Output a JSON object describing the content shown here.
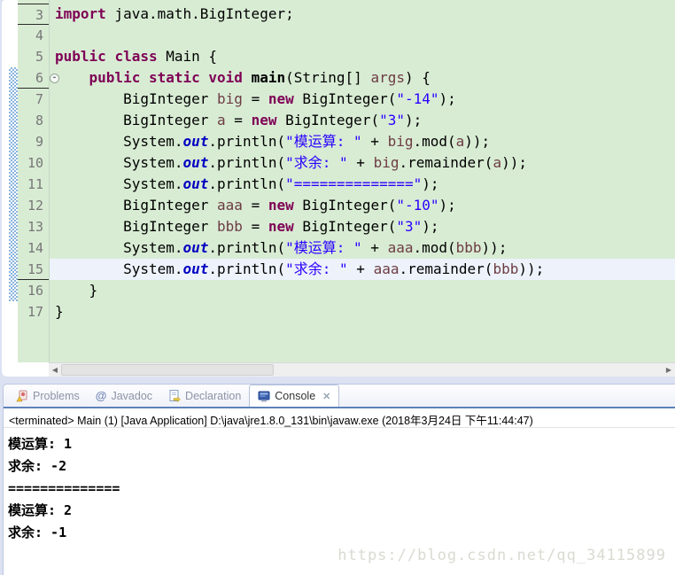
{
  "editor": {
    "diff_from_line": 6,
    "diff_to_line": 16,
    "lines": [
      {
        "num": 3,
        "top": true,
        "under": true,
        "tokens": [
          [
            "kw",
            "import"
          ],
          [
            "pl",
            " java.math.BigInteger;"
          ]
        ]
      },
      {
        "num": 4,
        "tokens": []
      },
      {
        "num": 5,
        "tokens": [
          [
            "kw",
            "public"
          ],
          [
            "pl",
            " "
          ],
          [
            "kw",
            "class"
          ],
          [
            "pl",
            " Main {"
          ]
        ]
      },
      {
        "num": 6,
        "under": true,
        "fold": true,
        "tokens": [
          [
            "pl",
            "    "
          ],
          [
            "kw",
            "public"
          ],
          [
            "pl",
            " "
          ],
          [
            "kw",
            "static"
          ],
          [
            "pl",
            " "
          ],
          [
            "kw",
            "void"
          ],
          [
            "pl",
            " "
          ],
          [
            "md",
            "main"
          ],
          [
            "pl",
            "(String[] "
          ],
          [
            "var",
            "args"
          ],
          [
            "pl",
            ") {"
          ]
        ]
      },
      {
        "num": 7,
        "tokens": [
          [
            "pl",
            "        BigInteger "
          ],
          [
            "var",
            "big"
          ],
          [
            "pl",
            " = "
          ],
          [
            "kw",
            "new"
          ],
          [
            "pl",
            " BigInteger("
          ],
          [
            "str",
            "\"-14\""
          ],
          [
            "pl",
            ");"
          ]
        ]
      },
      {
        "num": 8,
        "tokens": [
          [
            "pl",
            "        BigInteger "
          ],
          [
            "var",
            "a"
          ],
          [
            "pl",
            " = "
          ],
          [
            "kw",
            "new"
          ],
          [
            "pl",
            " BigInteger("
          ],
          [
            "str",
            "\"3\""
          ],
          [
            "pl",
            ");"
          ]
        ]
      },
      {
        "num": 9,
        "tokens": [
          [
            "pl",
            "        System."
          ],
          [
            "out",
            "out"
          ],
          [
            "pl",
            ".println("
          ],
          [
            "str",
            "\"模运算: \""
          ],
          [
            "pl",
            " + "
          ],
          [
            "var",
            "big"
          ],
          [
            "pl",
            ".mod("
          ],
          [
            "var",
            "a"
          ],
          [
            "pl",
            "));"
          ]
        ]
      },
      {
        "num": 10,
        "tokens": [
          [
            "pl",
            "        System."
          ],
          [
            "out",
            "out"
          ],
          [
            "pl",
            ".println("
          ],
          [
            "str",
            "\"求余: \""
          ],
          [
            "pl",
            " + "
          ],
          [
            "var",
            "big"
          ],
          [
            "pl",
            ".remainder("
          ],
          [
            "var",
            "a"
          ],
          [
            "pl",
            "));"
          ]
        ]
      },
      {
        "num": 11,
        "tokens": [
          [
            "pl",
            "        System."
          ],
          [
            "out",
            "out"
          ],
          [
            "pl",
            ".println("
          ],
          [
            "str",
            "\"==============\""
          ],
          [
            "pl",
            ");"
          ]
        ]
      },
      {
        "num": 12,
        "tokens": [
          [
            "pl",
            "        BigInteger "
          ],
          [
            "var",
            "aaa"
          ],
          [
            "pl",
            " = "
          ],
          [
            "kw",
            "new"
          ],
          [
            "pl",
            " BigInteger("
          ],
          [
            "str",
            "\"-10\""
          ],
          [
            "pl",
            ");"
          ]
        ]
      },
      {
        "num": 13,
        "tokens": [
          [
            "pl",
            "        BigInteger "
          ],
          [
            "var",
            "bbb"
          ],
          [
            "pl",
            " = "
          ],
          [
            "kw",
            "new"
          ],
          [
            "pl",
            " BigInteger("
          ],
          [
            "str",
            "\"3\""
          ],
          [
            "pl",
            ");"
          ]
        ]
      },
      {
        "num": 14,
        "tokens": [
          [
            "pl",
            "        System."
          ],
          [
            "out",
            "out"
          ],
          [
            "pl",
            ".println("
          ],
          [
            "str",
            "\"模运算: \""
          ],
          [
            "pl",
            " + "
          ],
          [
            "var",
            "aaa"
          ],
          [
            "pl",
            ".mod("
          ],
          [
            "var",
            "bbb"
          ],
          [
            "pl",
            "));"
          ]
        ]
      },
      {
        "num": 15,
        "under": true,
        "highlight": true,
        "tokens": [
          [
            "pl",
            "        System."
          ],
          [
            "out",
            "out"
          ],
          [
            "pl",
            ".println("
          ],
          [
            "str",
            "\"求余: \""
          ],
          [
            "pl",
            " + "
          ],
          [
            "var",
            "aaa"
          ],
          [
            "pl",
            ".remainder("
          ],
          [
            "var",
            "bbb"
          ],
          [
            "pl",
            "));"
          ]
        ]
      },
      {
        "num": 16,
        "tokens": [
          [
            "pl",
            "    }"
          ]
        ]
      },
      {
        "num": 17,
        "tokens": [
          [
            "pl",
            "}"
          ]
        ]
      }
    ]
  },
  "tabs": [
    {
      "label": "Problems",
      "active": false
    },
    {
      "label": "Javadoc",
      "active": false
    },
    {
      "label": "Declaration",
      "active": false
    },
    {
      "label": "Console",
      "active": true,
      "close_glyph": "✕"
    }
  ],
  "console": {
    "status": "<terminated> Main (1) [Java Application] D:\\java\\jre1.8.0_131\\bin\\javaw.exe (2018年3月24日 下午11:44:47)",
    "output": [
      "模运算: 1",
      "求余: -2",
      "==============",
      "模运算: 2",
      "求余: -1"
    ]
  },
  "watermark": "https://blog.csdn.net/qq_34115899",
  "colors": {
    "editor_bg": "#d8ecd4",
    "keyword": "#7f0055",
    "string": "#2a00ff",
    "variable": "#6d3c42",
    "static_field": "#0000c0",
    "line_highlight": "#edf2fb",
    "diff_hatch": "#8ab4de",
    "tab_underline": "#5e80ba"
  }
}
